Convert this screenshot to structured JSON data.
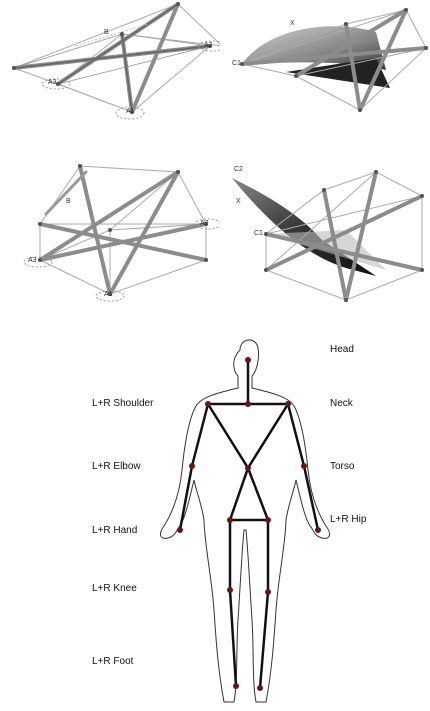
{
  "panels": {
    "p1": {
      "labels": {
        "a1": "A1",
        "a2": "A2",
        "a3": "A3",
        "b": "B"
      }
    },
    "p2": {
      "labels": {
        "c1": "C1",
        "x": "X"
      }
    },
    "p3": {
      "labels": {
        "a1": "A1",
        "a2": "A2",
        "a3": "A3",
        "b": "B"
      }
    },
    "p4": {
      "labels": {
        "c1": "C1",
        "c2": "C2",
        "x": "X"
      }
    }
  },
  "skeleton": {
    "labels": {
      "head": "Head",
      "neck": "Neck",
      "torso": "Torso",
      "hip": "L+R Hip",
      "shoulder": "L+R Shoulder",
      "elbow": "L+R Elbow",
      "hand": "L+R Hand",
      "knee": "L+R Knee",
      "foot": "L+R Foot"
    }
  },
  "colors": {
    "joint": "#6b1414",
    "bone": "#111111",
    "strut": "#9a9a9a"
  }
}
